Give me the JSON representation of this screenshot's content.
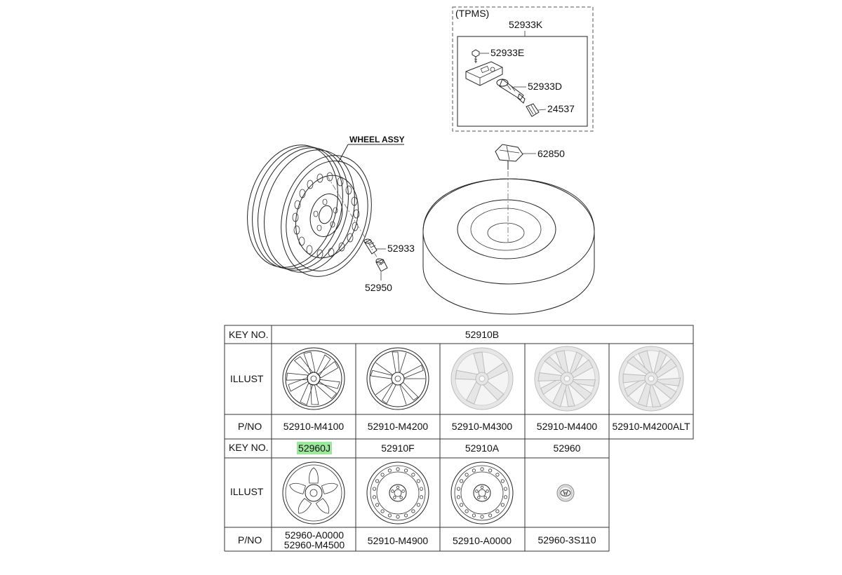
{
  "callouts": {
    "tpms_group": "(TPMS)",
    "tpms_kit": "52933K",
    "screw": "52933E",
    "valve": "52933D",
    "cap": "24537",
    "wheel_assy": "WHEEL ASSY",
    "spare_bolt": "62850",
    "valve_stem": "52933",
    "nut": "52950"
  },
  "table": {
    "key_label": "KEY NO.",
    "illust_label": "ILLUST",
    "pno_label": "P/NO",
    "row1_key": "52910B",
    "row1_parts": [
      "52910-M4100",
      "52910-M4200",
      "52910-M4300",
      "52910-M4400",
      "52910-M4200ALT"
    ],
    "row2_keys": [
      "52960J",
      "52910F",
      "52910A",
      "52960"
    ],
    "row2_parts": [
      [
        "52960-A0000",
        "52960-M4500"
      ],
      [
        "52910-M4900"
      ],
      [
        "52910-A0000"
      ],
      [
        "52960-3S110"
      ]
    ],
    "highlight_color": "#9be89b"
  }
}
